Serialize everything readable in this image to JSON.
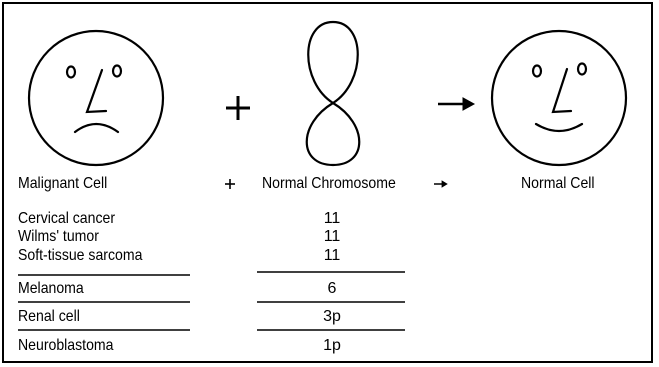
{
  "equation": {
    "operand1": "Malignant Cell",
    "plus": "+",
    "operand2": "Normal Chromosome",
    "arrow": "→",
    "result": "Normal Cell"
  },
  "table": {
    "rows": [
      {
        "tumor": "Cervical cancer",
        "chromosome": "11"
      },
      {
        "tumor": "Wilms' tumor",
        "chromosome": "11"
      },
      {
        "tumor": "Soft-tissue sarcoma",
        "chromosome": "11"
      },
      {
        "tumor": "Melanoma",
        "chromosome": "6"
      },
      {
        "tumor": "Renal cell",
        "chromosome": "3p"
      },
      {
        "tumor": "Neuroblastoma",
        "chromosome": "1p"
      }
    ]
  }
}
